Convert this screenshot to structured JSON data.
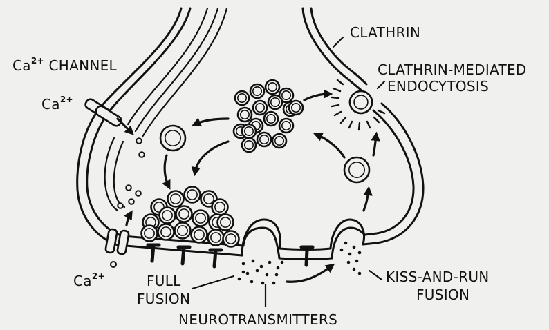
{
  "labels": {
    "ca_channel": "Ca",
    "ca_channel_sup": "2+",
    "ca_channel_suffix": " CHANNEL",
    "ca_top": "Ca",
    "ca_top_sup": "2+",
    "ca_bottom": "Ca",
    "ca_bottom_sup": "2+",
    "clathrin": "CLATHRIN",
    "cme_line1": "CLATHRIN-MEDIATED",
    "cme_line2": "ENDOCYTOSIS",
    "full_line1": "FULL",
    "full_line2": "FUSION",
    "kr_line1": "KISS-AND-RUN",
    "kr_line2": "FUSION",
    "neuro": "NEUROTRANSMITTERS"
  }
}
